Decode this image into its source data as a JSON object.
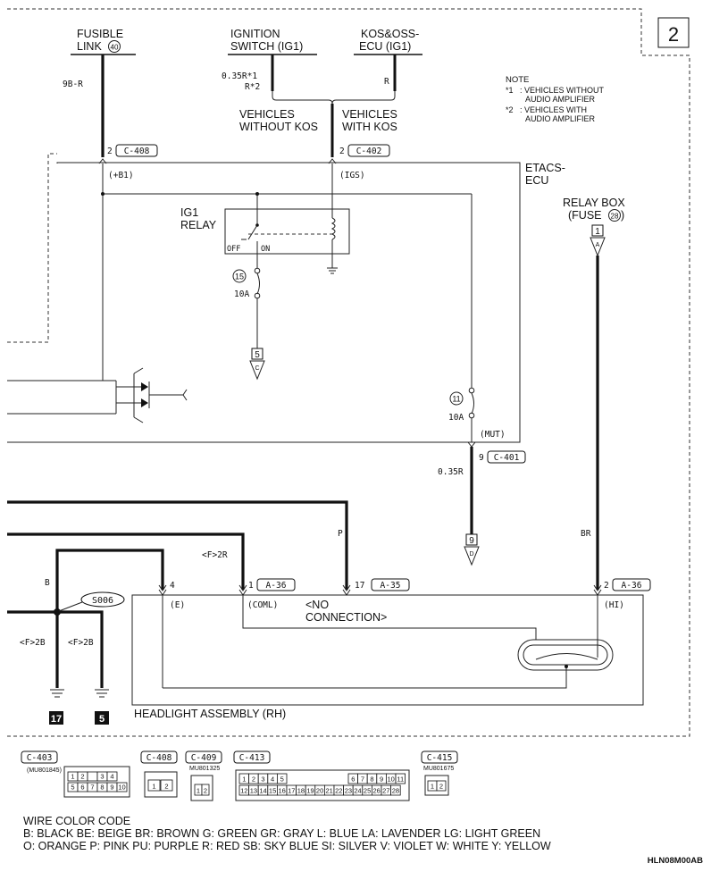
{
  "page_number": "2",
  "note": {
    "heading": "NOTE",
    "n1_mark": "*1",
    "n1_line1": ": VEHICLES WITHOUT",
    "n1_line2": "AUDIO AMPLIFIER",
    "n2_mark": "*2",
    "n2_line1": ": VEHICLES WITH",
    "n2_line2": "AUDIO AMPLIFIER"
  },
  "sources": {
    "fusible_link_line1": "FUSIBLE",
    "fusible_link_line2": "LINK",
    "fusible_link_num": "40",
    "ign_line1": "IGNITION",
    "ign_line2": "SWITCH (IG1)",
    "kos_line1": "KOS&OSS-",
    "kos_line2": "ECU (IG1)"
  },
  "wires": {
    "w_9br": "9B-R",
    "w_035r": "0.35R*1",
    "w_r2": "R*2",
    "w_r": "R",
    "w_035r_lower": "0.35R",
    "w_p": "P",
    "w_b": "B",
    "w_br": "BR",
    "w_f2r": "<F>2R",
    "w_f2b_a": "<F>2B",
    "w_f2b_b": "<F>2B"
  },
  "variants": {
    "without_line1": "VEHICLES",
    "without_line2": "WITHOUT KOS",
    "with_line1": "VEHICLES",
    "with_line2": "WITH KOS"
  },
  "connectors": {
    "c408_pin": "2",
    "c408": "C-408",
    "c402_pin": "2",
    "c402": "C-402",
    "c401_pin": "9",
    "c401": "C-401",
    "a36_pin_coml": "1",
    "a36_left": "A-36",
    "a35_pin": "17",
    "a35": "A-35",
    "a36_pin_hi": "2",
    "a36_right": "A-36",
    "pin_e": "4"
  },
  "etacs": {
    "label_line1": "ETACS-",
    "label_line2": "ECU",
    "b1": "(+B1)",
    "igs": "(IGS)",
    "mut": "(MUT)",
    "ig1_relay_line1": "IG1",
    "ig1_relay_line2": "RELAY",
    "off": "OFF",
    "on": "ON",
    "fuse15": "15",
    "fuse15_amp": "10A",
    "fuse11": "11",
    "fuse11_amp": "10A"
  },
  "refs": {
    "c_num": "5",
    "c_letter": "C",
    "d_num": "9",
    "d_letter": "D",
    "a_num": "1",
    "a_letter": "A"
  },
  "relay_box": {
    "line1": "RELAY BOX",
    "line2": "(FUSE",
    "fuse_num": "28",
    "line2_end": ")"
  },
  "headlight": {
    "title": "HEADLIGHT ASSEMBLY (RH)",
    "e": "(E)",
    "coml": "(COML)",
    "hi": "(HI)",
    "noconn_line1": "<NO",
    "noconn_line2": "CONNECTION>",
    "splice": "S006",
    "ground1": "17",
    "ground2": "5"
  },
  "connector_views": {
    "c403": "C-403",
    "c403_part": "(MU801845)",
    "c403_pins_top": [
      "1",
      "2",
      "",
      "3",
      "4"
    ],
    "c403_pins_bottom": [
      "5",
      "6",
      "7",
      "8",
      "9",
      "10"
    ],
    "c408": "C-408",
    "c408_pins": [
      "1",
      "2"
    ],
    "c409": "C-409",
    "c409_part": "MU801325",
    "c409_pins": [
      "1",
      "2"
    ],
    "c413": "C-413",
    "c413_pins_top_left": [
      "1",
      "2",
      "3",
      "4",
      "5"
    ],
    "c413_pins_top_right": [
      "6",
      "7",
      "8",
      "9",
      "10",
      "11"
    ],
    "c413_pins_bottom": [
      "12",
      "13",
      "14",
      "15",
      "16",
      "17",
      "18",
      "19",
      "20",
      "21",
      "22",
      "23",
      "24",
      "25",
      "26",
      "27",
      "28"
    ],
    "c415": "C-415",
    "c415_part": "MU801675",
    "c415_pins": [
      "1",
      "2"
    ]
  },
  "color_code": {
    "title": "WIRE COLOR CODE",
    "line1": "B: BLACK   BE: BEIGE   BR: BROWN   G: GREEN   GR: GRAY   L: BLUE   LA: LAVENDER   LG: LIGHT GREEN",
    "line2": "O: ORANGE   P: PINK   PU: PURPLE   R: RED   SB: SKY BLUE   SI: SILVER   V: VIOLET   W: WHITE   Y: YELLOW"
  },
  "figure_code": "HLN08M00AB"
}
